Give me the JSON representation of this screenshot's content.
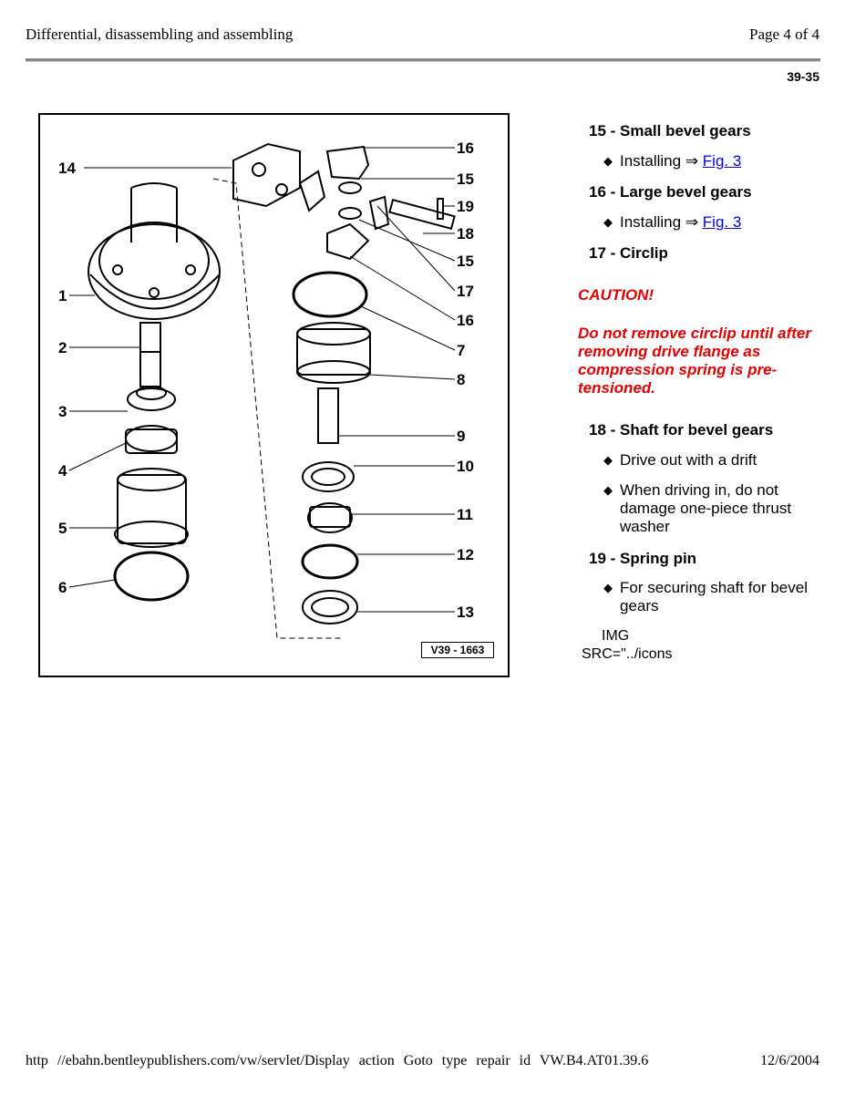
{
  "header": {
    "title": "Differential, disassembling and assembling",
    "page": "Page 4 of 4",
    "section": "39-35"
  },
  "figure": {
    "code": "V39 - 1663",
    "left_callouts": [
      "14",
      "1",
      "2",
      "3",
      "4",
      "5",
      "6"
    ],
    "right_callouts": [
      "16",
      "15",
      "19",
      "18",
      "15",
      "17",
      "16",
      "7",
      "8",
      "9",
      "10",
      "11",
      "12",
      "13"
    ]
  },
  "items": [
    {
      "title": "15 - Small bevel gears",
      "bullets": [
        {
          "text": "Installing ⇒ ",
          "link": "Fig. 3"
        }
      ]
    },
    {
      "title": "16 - Large bevel gears",
      "bullets": [
        {
          "text": "Installing ⇒ ",
          "link": "Fig. 3"
        }
      ]
    },
    {
      "title": "17 - Circlip",
      "bullets": []
    },
    {
      "title": "18 - Shaft for bevel gears",
      "bullets": [
        {
          "text": "Drive out with a drift"
        },
        {
          "text": "When driving in, do not damage one-piece thrust washer"
        }
      ]
    },
    {
      "title": "19 - Spring pin",
      "bullets": [
        {
          "text": "For securing shaft for bevel gears"
        }
      ]
    }
  ],
  "caution": {
    "heading": "CAUTION!",
    "text": "Do not remove circlip until after removing drive flange as compression spring is pre-tensioned."
  },
  "img_note": {
    "line1": "IMG",
    "line2": "SRC=\"../icons"
  },
  "footer": {
    "url": "http //ebahn.bentleypublishers.com/vw/servlet/Display action Goto type repair id VW.B4.AT01.39.6",
    "date": "12/6/2004"
  }
}
